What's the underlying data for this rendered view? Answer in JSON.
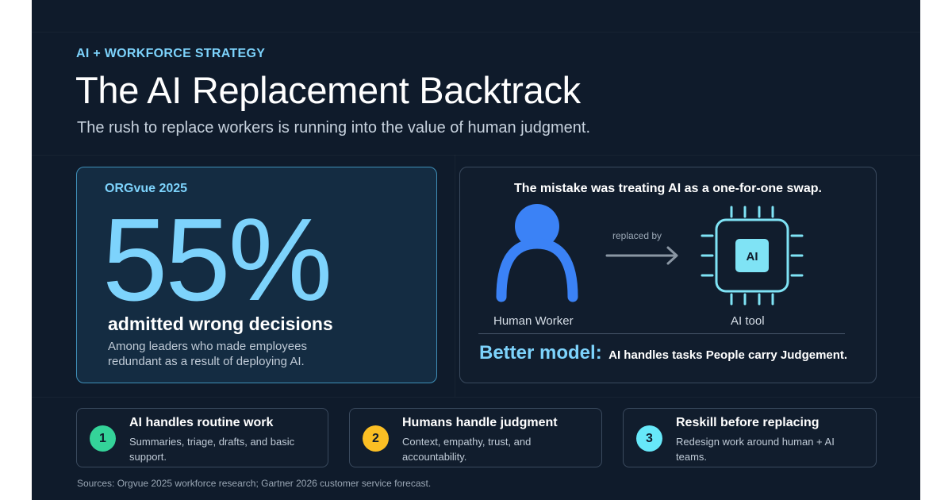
{
  "colors": {
    "accent_cyan": "#7dd3fc",
    "blue": "#3b82f6",
    "chip": "#7fe3f5",
    "step1": "#34d399",
    "step2": "#fbbf24",
    "step3": "#67e8f9"
  },
  "eyebrow": "AI + WORKFORCE STRATEGY",
  "title": "The AI Replacement Backtrack",
  "subtitle": "The rush to replace workers is running into the value of human judgment.",
  "stat_card": {
    "source": "ORGvue 2025",
    "value": "55%",
    "headline": "admitted wrong decisions",
    "description": "Among leaders who made employees redundant as a result of deploying AI."
  },
  "swap_card": {
    "heading": "The mistake was treating AI as a one-for-one swap.",
    "left_label": "Human Worker",
    "arrow_label": "replaced by",
    "chip_text": "AI",
    "right_label": "AI tool",
    "better_model_label": "Better model:",
    "better_model_text": "AI handles tasks People carry Judgement."
  },
  "steps": [
    {
      "number": "1",
      "title": "AI handles routine work",
      "description": "Summaries, triage, drafts, and basic support."
    },
    {
      "number": "2",
      "title": "Humans handle judgment",
      "description": "Context, empathy, trust, and accountability."
    },
    {
      "number": "3",
      "title": "Reskill before replacing",
      "description": "Redesign work around human + AI teams."
    }
  ],
  "sources": "Sources: Orgvue 2025 workforce research; Gartner 2026 customer service forecast."
}
